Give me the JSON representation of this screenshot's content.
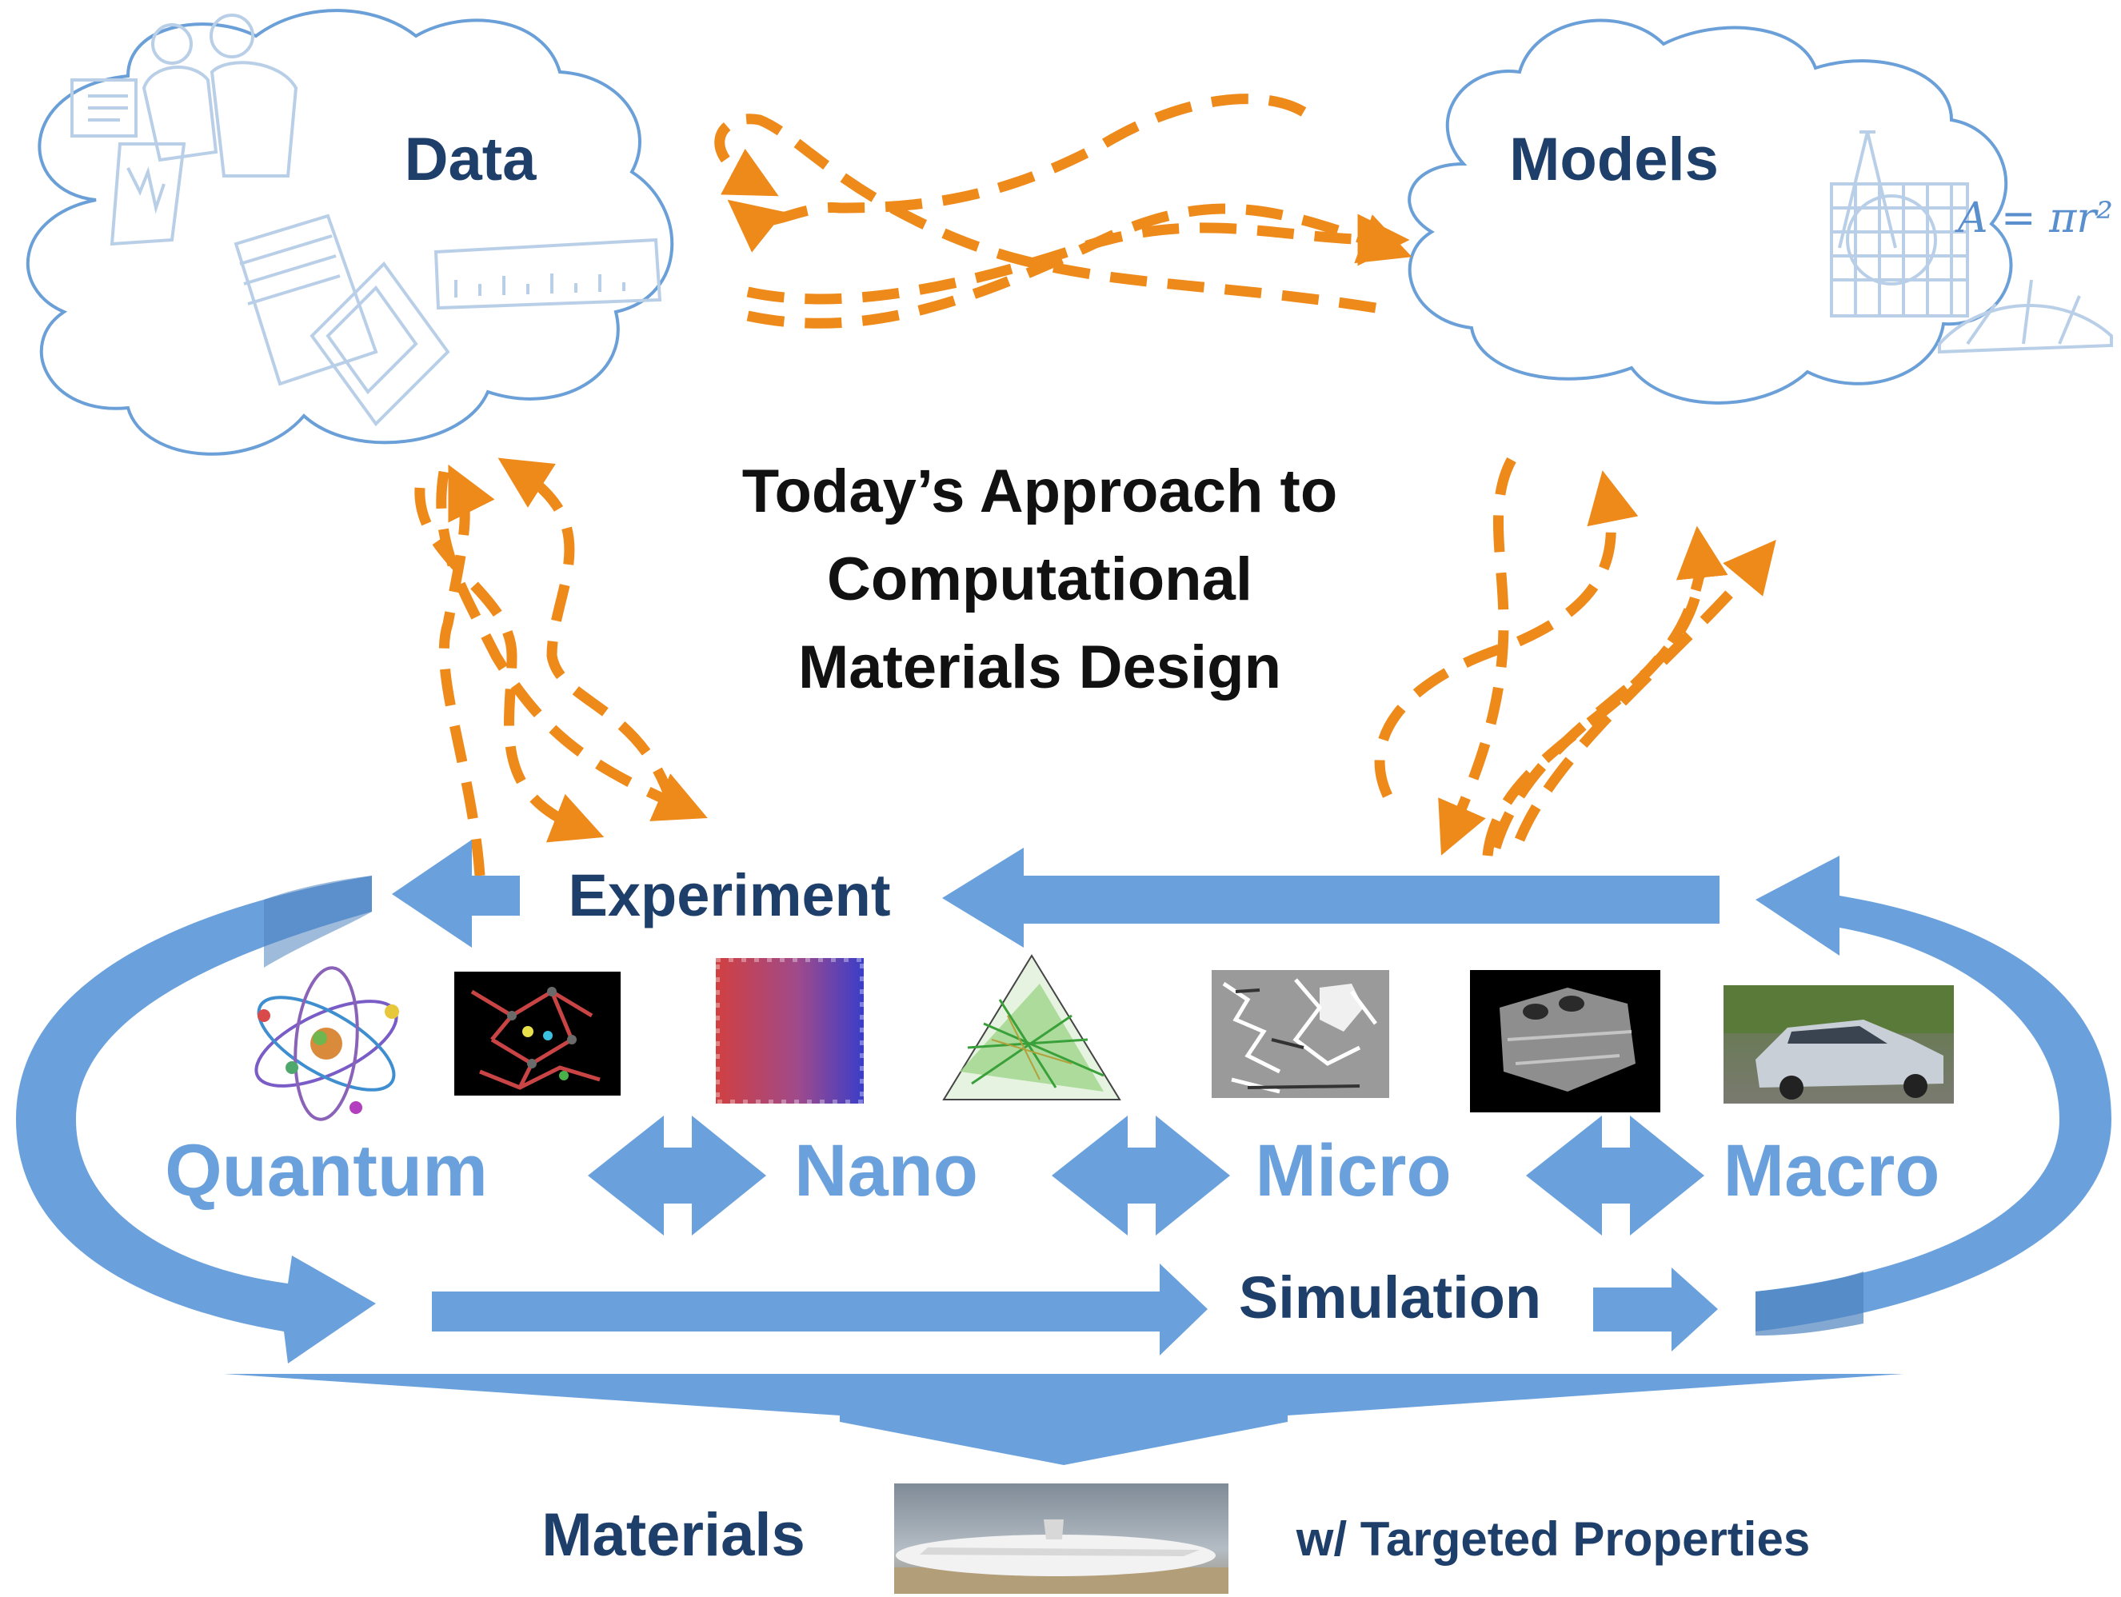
{
  "title_lines": [
    "Today’s Approach to",
    "Computational",
    "Materials Design"
  ],
  "clouds": {
    "data_label": "Data",
    "models_label": "Models",
    "formula_label": "A = πr²"
  },
  "flow": {
    "experiment_label": "Experiment",
    "simulation_label": "Simulation"
  },
  "scales": [
    "Quantum",
    "Nano",
    "Micro",
    "Macro"
  ],
  "output": {
    "materials_label": "Materials",
    "targeted_label": "w/ Targeted Properties"
  },
  "colors": {
    "accent_orange": "#ee8a1a",
    "scale_blue": "#6aa1dd",
    "label_navy": "#1f3f6b"
  }
}
